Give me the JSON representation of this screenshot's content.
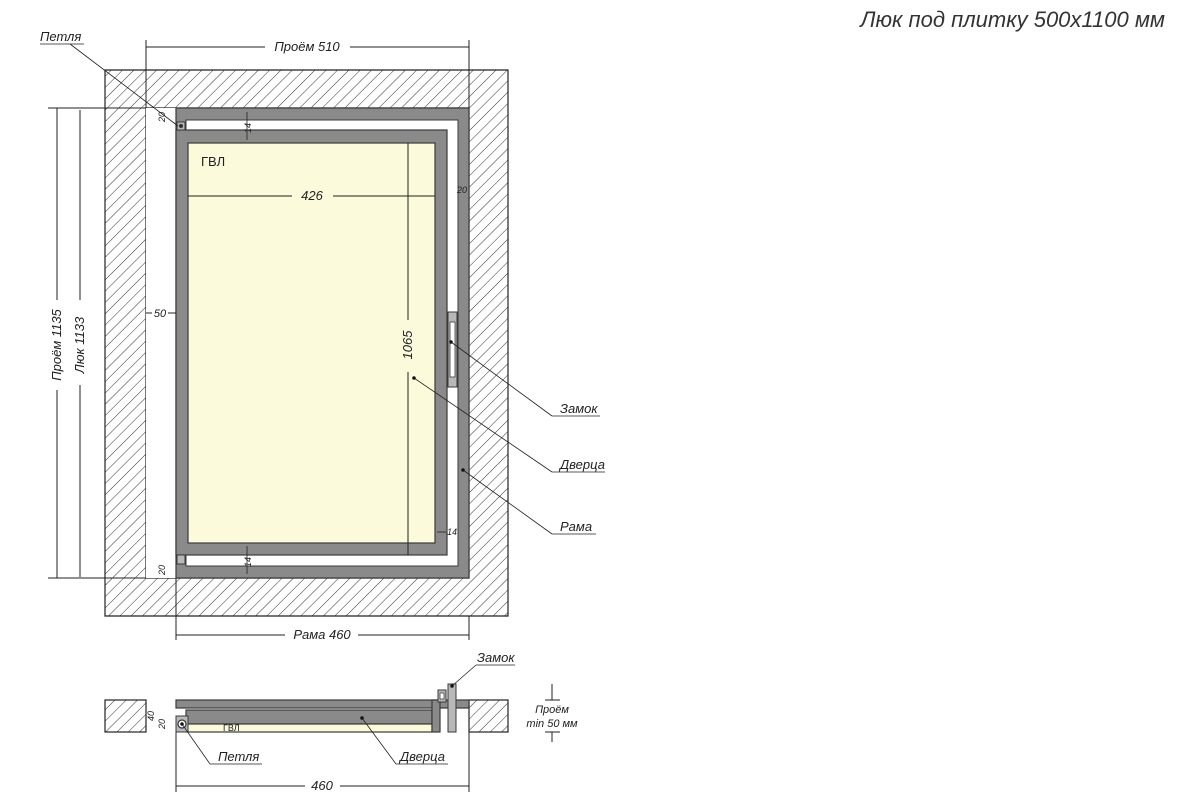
{
  "title": "Люк под плитку 500х1100 мм",
  "labels": {
    "hinge": "Петля",
    "lock": "Замок",
    "door": "Дверца",
    "frame": "Рама",
    "gvl": "ГВЛ",
    "opening_min": "Проём",
    "opening_min_2": "min 50 мм"
  },
  "dimensions": {
    "opening_width": "Проём 510",
    "opening_height": "Проём 1135",
    "hatch_height": "Люк 1133",
    "frame_width": "Рама 460",
    "panel_width": "426",
    "panel_height": "1065",
    "gap_50": "50",
    "gap_20_top": "20",
    "gap_20_right": "20",
    "gap_20_bottom": "20",
    "gap_14_top": "14",
    "gap_14_bottom": "14",
    "gap_14_right": "14",
    "section_40": "40",
    "section_20": "20",
    "section_width": "460"
  },
  "colors": {
    "panel": "#fbfbdc",
    "steel": "#8a8a8a",
    "line": "#222222"
  }
}
